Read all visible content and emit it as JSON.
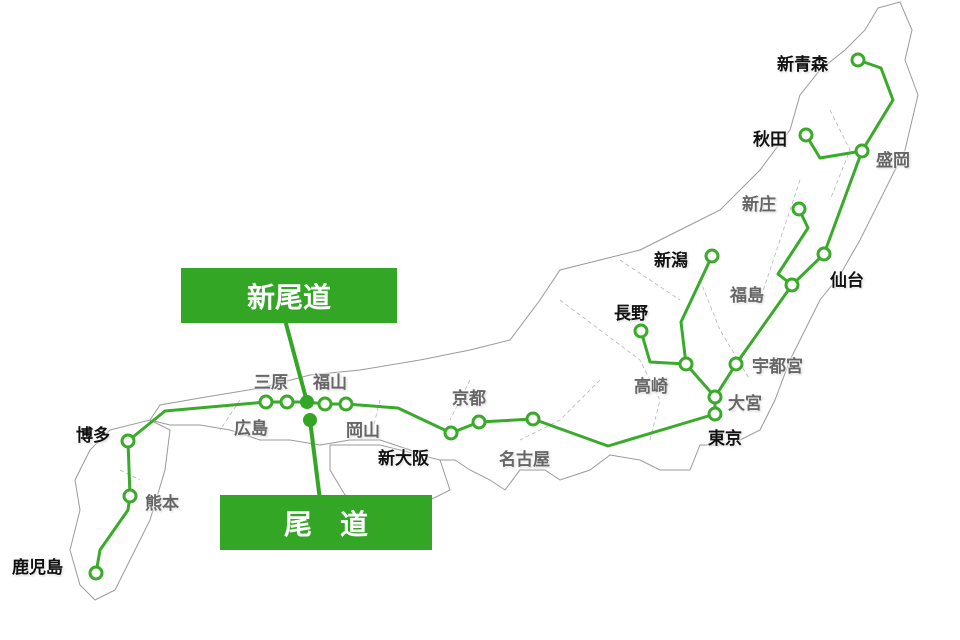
{
  "colors": {
    "line": "#3aaa2a",
    "callout_bg": "#33a626",
    "major_label": "#111111",
    "minor_label": "#666666"
  },
  "callouts": {
    "shin_onomichi": "新尾道",
    "onomichi": "尾　道"
  },
  "stations": {
    "shin_aomori": "新青森",
    "akita": "秋田",
    "morioka": "盛岡",
    "shinjo": "新庄",
    "sendai": "仙台",
    "fukushima": "福島",
    "niigata": "新潟",
    "nagano": "長野",
    "takasaki": "高崎",
    "utsunomiya": "宇都宮",
    "omiya": "大宮",
    "tokyo": "東京",
    "nagoya": "名古屋",
    "kyoto": "京都",
    "shin_osaka": "新大阪",
    "okayama": "岡山",
    "fukuyama": "福山",
    "mihara": "三原",
    "hiroshima": "広島",
    "hakata": "博多",
    "kumamoto": "熊本",
    "kagoshima": "鹿児島"
  }
}
